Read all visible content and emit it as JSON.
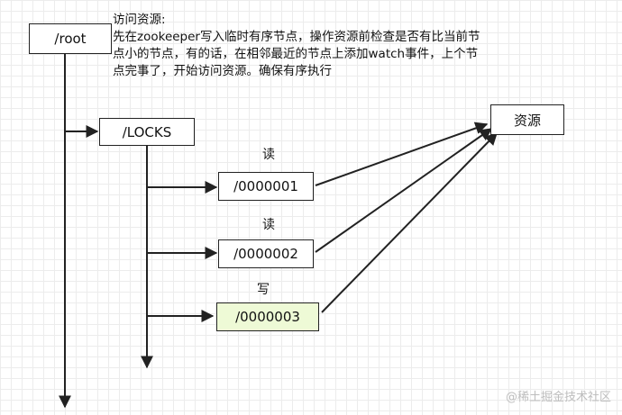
{
  "note": {
    "title": "访问资源:",
    "lines": [
      "先在zookeeper写入临时有序节点，操作资源前检查是否有比当前节",
      "点小的节点，有的话，在相邻最近的节点上添加watch事件，上个节",
      "点完事了，开始访问资源。确保有序执行"
    ]
  },
  "nodes": {
    "root": "/root",
    "locks": "/LOCKS",
    "n1": "/0000001",
    "n2": "/0000002",
    "n3": "/0000003",
    "resource": "资源"
  },
  "labels": {
    "n1_op": "读",
    "n2_op": "读",
    "n3_op": "写"
  },
  "highlight_color": "#eefad6",
  "watermark": "@稀土掘金技术社区"
}
